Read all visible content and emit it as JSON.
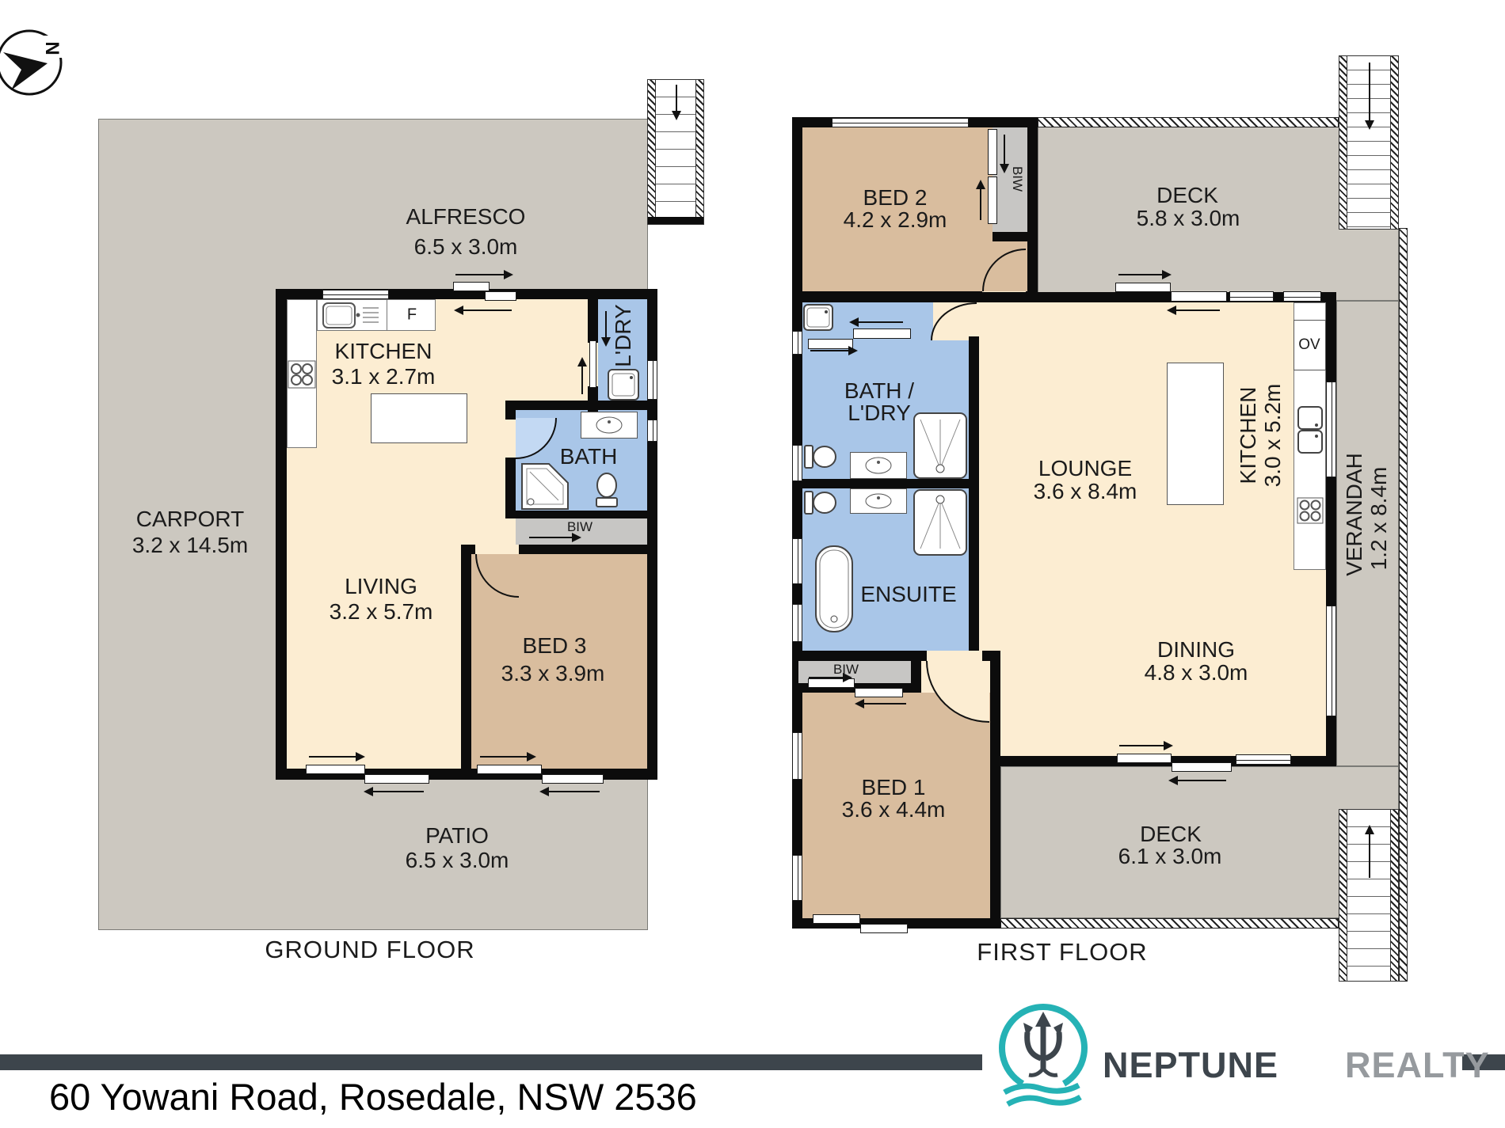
{
  "colors": {
    "outdoor_grey": "#ccc8c0",
    "interior_cream": "#fcedd2",
    "bedroom_tan": "#d9bd9e",
    "wet_blue": "#a9c6e8",
    "door_leaf_blue": "#c3d9f3",
    "biw_grey": "#c7c6c4",
    "wall_black": "#0c0c0c",
    "logo_teal": "#25b2b5",
    "logo_dark": "#3d454c",
    "logo_grey": "#969a9e"
  },
  "compass": {
    "north_label": "N"
  },
  "ground_floor": {
    "title": "GROUND FLOOR",
    "alfresco_name": "ALFRESCO",
    "alfresco_dims": "6.5 x 3.0m",
    "carport_name": "CARPORT",
    "carport_dims": "3.2 x 14.5m",
    "patio_name": "PATIO",
    "patio_dims": "6.5 x 3.0m",
    "kitchen_name": "KITCHEN",
    "kitchen_dims": "3.1 x 2.7m",
    "living_name": "LIVING",
    "living_dims": "3.2 x 5.7m",
    "bed3_name": "BED 3",
    "bed3_dims": "3.3 x 3.9m",
    "bath_name": "BATH",
    "ldry_name": "L'DRY",
    "biw_label": "BIW",
    "fridge_label": "F"
  },
  "first_floor": {
    "title": "FIRST FLOOR",
    "bed2_name": "BED 2",
    "bed2_dims": "4.2 x 2.9m",
    "deck_top_name": "DECK",
    "deck_top_dims": "5.8 x 3.0m",
    "bath_ldry_line1": "BATH /",
    "bath_ldry_line2": "L'DRY",
    "ensuite_name": "ENSUITE",
    "lounge_name": "LOUNGE",
    "lounge_dims": "3.6 x 8.4m",
    "kitchen_name": "KITCHEN",
    "kitchen_dims": "3.0 x 5.2m",
    "verandah_name": "VERANDAH",
    "verandah_dims": "1.2 x 8.4m",
    "dining_name": "DINING",
    "dining_dims": "4.8 x 3.0m",
    "bed1_name": "BED 1",
    "bed1_dims": "3.6 x 4.4m",
    "deck_bottom_name": "DECK",
    "deck_bottom_dims": "6.1 x 3.0m",
    "biw_bed2_label": "BIW",
    "biw_bed1_label": "BIW",
    "oven_label": "OV"
  },
  "footer": {
    "brand_primary": "NEPTUNE",
    "brand_secondary": "REALTY",
    "address": "60 Yowani Road, Rosedale, NSW 2536"
  }
}
